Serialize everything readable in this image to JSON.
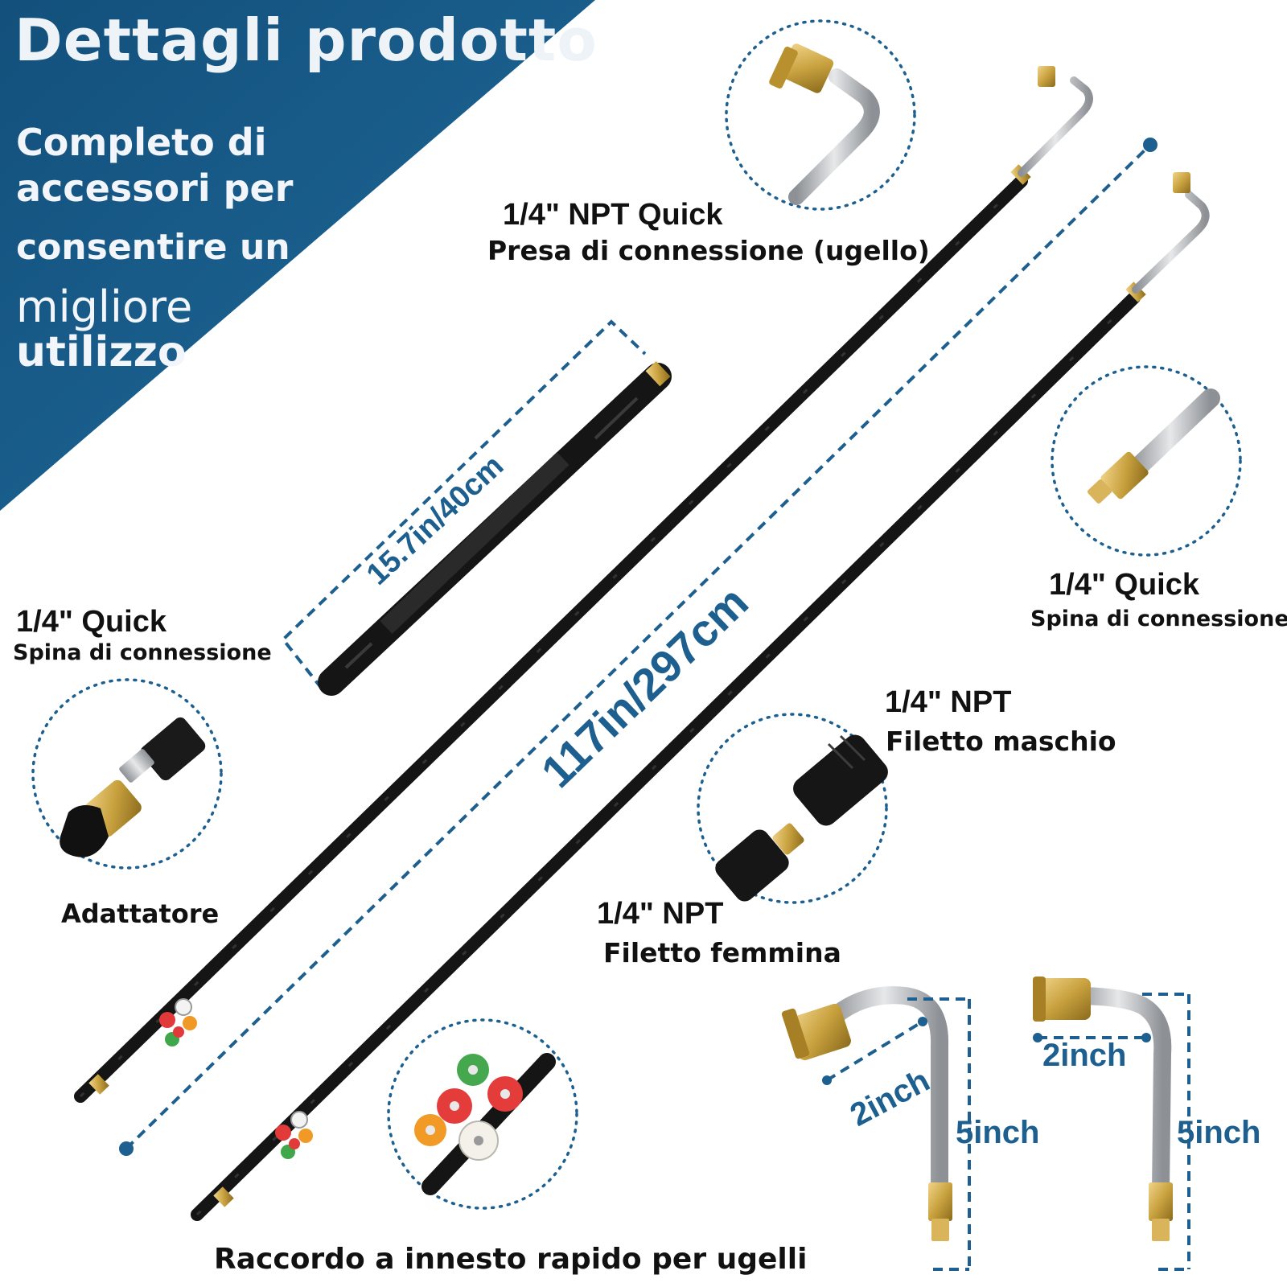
{
  "colors": {
    "banner": "#1b5d8c",
    "accent": "#1d5f8f",
    "brass": "#c9a23f",
    "steel": "#b9bcc0"
  },
  "title": "Dettagli prodotto",
  "subtitle": [
    "Completo di",
    "accessori per",
    "consentire un",
    "migliore",
    "utilizzo"
  ],
  "labels": {
    "nozzle_socket_title": "1/4\" NPT Quick",
    "nozzle_socket_desc": "Presa di connessione (ugello)",
    "plug_left_title": "1/4\" Quick",
    "plug_left_desc": "Spina di connessione",
    "plug_right_title": "1/4\" Quick",
    "plug_right_desc": "Spina di connessione",
    "male_thread_title": "1/4\" NPT",
    "male_thread_desc": "Filetto maschio",
    "female_thread_title": "1/4\" NPT",
    "female_thread_desc": "Filetto femmina",
    "adapter": "Adattatore",
    "nozzle_coupler": "Raccordo a innesto rapido per ugelli"
  },
  "dimensions": {
    "short_wand": "15.7in/40cm",
    "long_wand": "117in/297cm",
    "bend_width_a": "2inch",
    "bend_height_a": "5inch",
    "bend_width_b": "2inch",
    "bend_height_b": "5inch"
  },
  "icons": [
    "wand-icon",
    "nozzle-icon",
    "quick-plug-icon",
    "adapter-icon",
    "thread-icon",
    "bent-pipe-icon"
  ]
}
